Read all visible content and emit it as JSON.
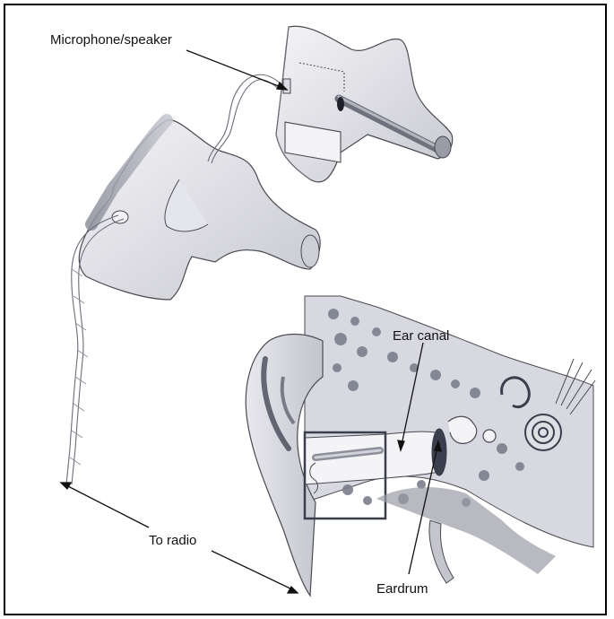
{
  "labels": {
    "microphone_speaker": "Microphone/speaker",
    "ear_canal": "Ear canal",
    "to_radio": "To radio",
    "eardrum": "Eardrum"
  },
  "colors": {
    "outline": "#4a4a52",
    "plug_light": "#ececf0",
    "plug_mid": "#d2d3da",
    "plug_dark": "#9a9ba6",
    "bone": "#7c7f8c",
    "tissue": "#c9cad2",
    "dark_cavity": "#3b3e4c"
  },
  "icons": [
    "earplug-icon",
    "ear-anatomy-icon",
    "cable-icon"
  ]
}
